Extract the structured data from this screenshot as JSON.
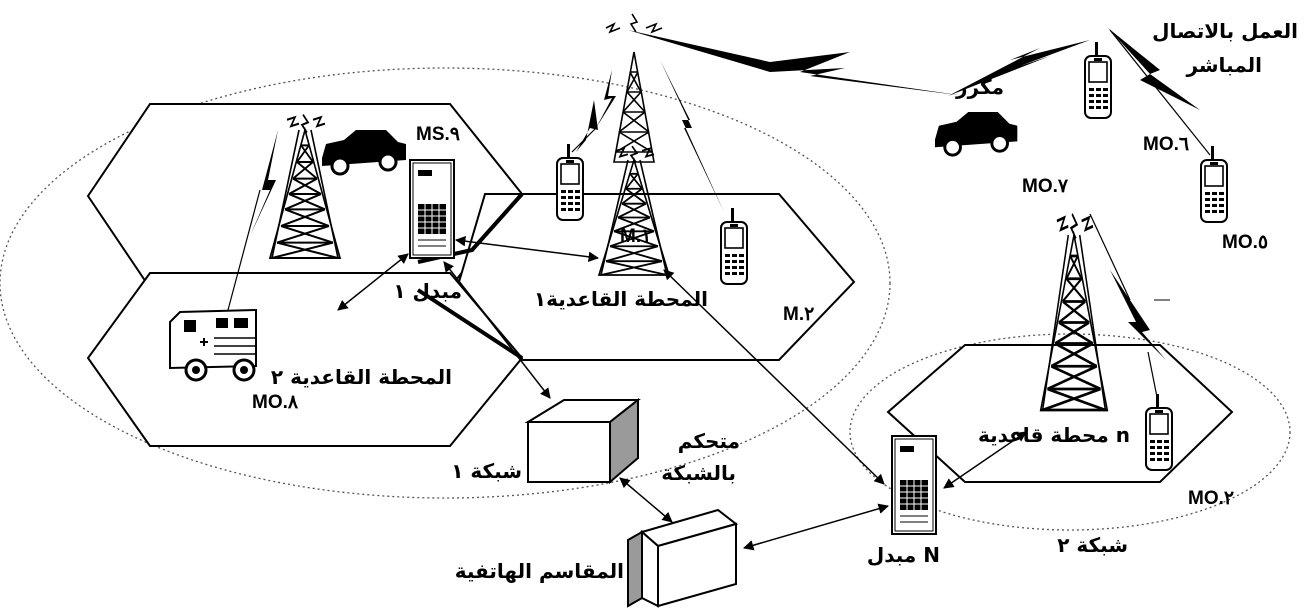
{
  "labels": {
    "direct_mode_line1": "العمل بالاتصال",
    "direct_mode_line2": "المباشر",
    "repeater": "مكرر",
    "mo6": "MO.٦",
    "mo7": "MO.٧",
    "mo5": "MO.٥",
    "ms9": "MS.٩",
    "m1": "M.١",
    "base_station_1": "المحطة القاعدية١",
    "switch_1": "مبدل ١",
    "m2": "M.٢",
    "base_station_2": "المحطة القاعدية ٢",
    "mo8": "MO.٨",
    "network_controller_line1": "متحكم",
    "network_controller_line2": "بالشبكة",
    "network_1": "شبكة ١",
    "phone_exchanges": "المقاسم الهاتفية",
    "switch_n": "مبدل N",
    "network_2": "شبكة ٢",
    "base_station_n": "محطة قاعدية n",
    "mo2": "MO.٢"
  },
  "icons": [
    "tower-icon",
    "handset-icon",
    "car-icon",
    "ambulance-icon",
    "switch-icon",
    "server-box-icon",
    "lightning-icon"
  ],
  "colors": {
    "ink": "#000000",
    "paper": "#ffffff",
    "box_gray": "#9a9a9a"
  }
}
